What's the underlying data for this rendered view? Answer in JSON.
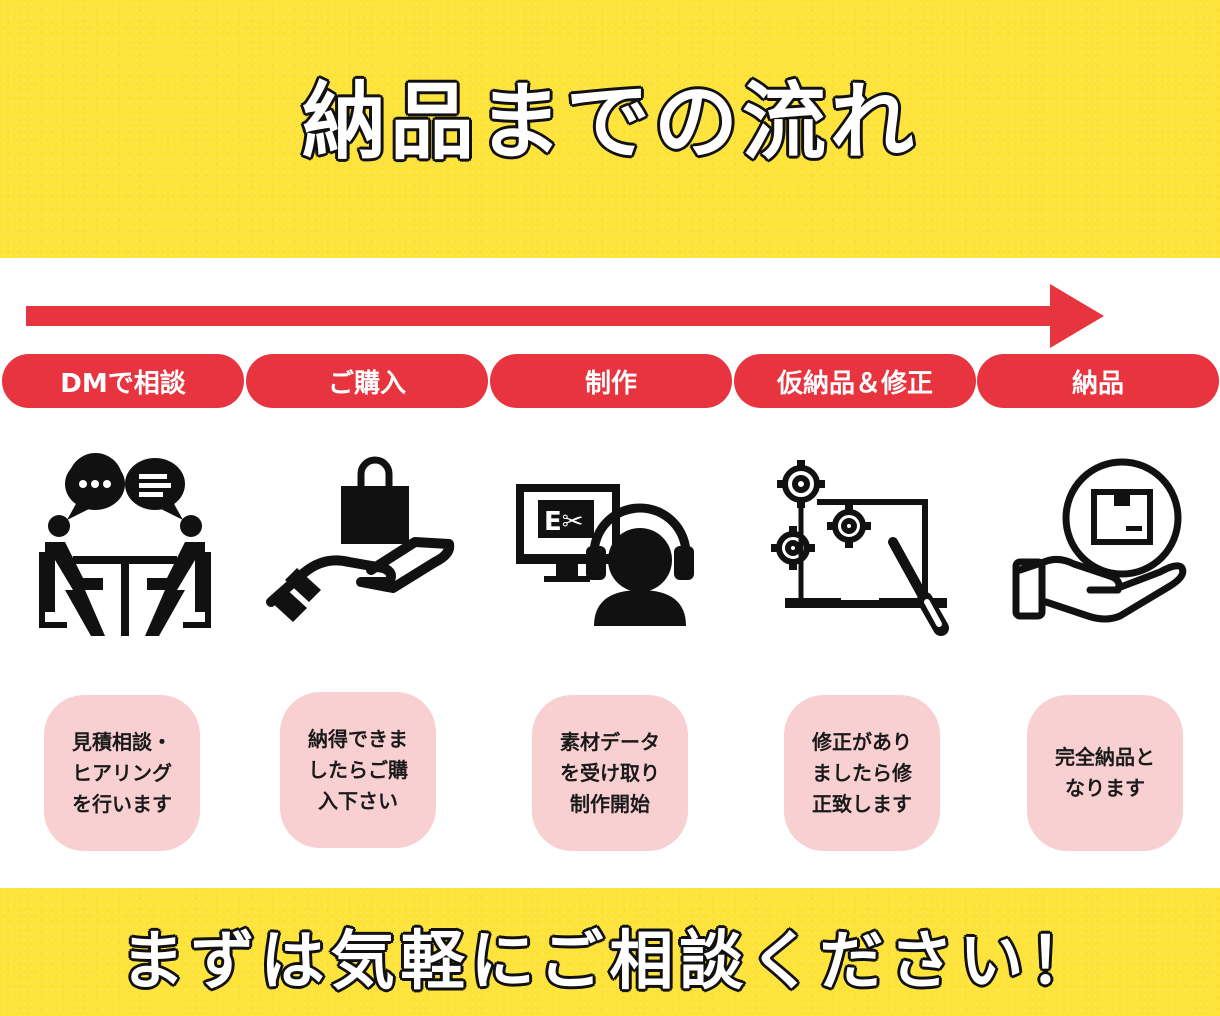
{
  "header": {
    "title": "納品までの流れ"
  },
  "steps": [
    {
      "label": "DMで相談",
      "icon": "consultation-chat-icon",
      "desc": [
        "見積相談・",
        "ヒアリング",
        "を行います"
      ]
    },
    {
      "label": "ご購入",
      "icon": "shopping-bag-hand-icon",
      "desc": [
        "納得できま",
        "したらご購",
        "入下さい"
      ]
    },
    {
      "label": "制作",
      "icon": "designer-headset-monitor-icon",
      "desc": [
        "素材データ",
        "を受け取り",
        "制作開始"
      ]
    },
    {
      "label": "仮納品＆修正",
      "icon": "laptop-gears-tools-icon",
      "desc": [
        "修正があり",
        "ましたら修",
        "正致します"
      ]
    },
    {
      "label": "納品",
      "icon": "delivery-package-hand-icon",
      "desc": [
        "完全納品と",
        "なります"
      ]
    }
  ],
  "footer": {
    "cta": "まずは気軽にご相談ください！"
  },
  "colors": {
    "band": "#fde33a",
    "accent": "#e8343f",
    "card": "#f8d0d2"
  }
}
